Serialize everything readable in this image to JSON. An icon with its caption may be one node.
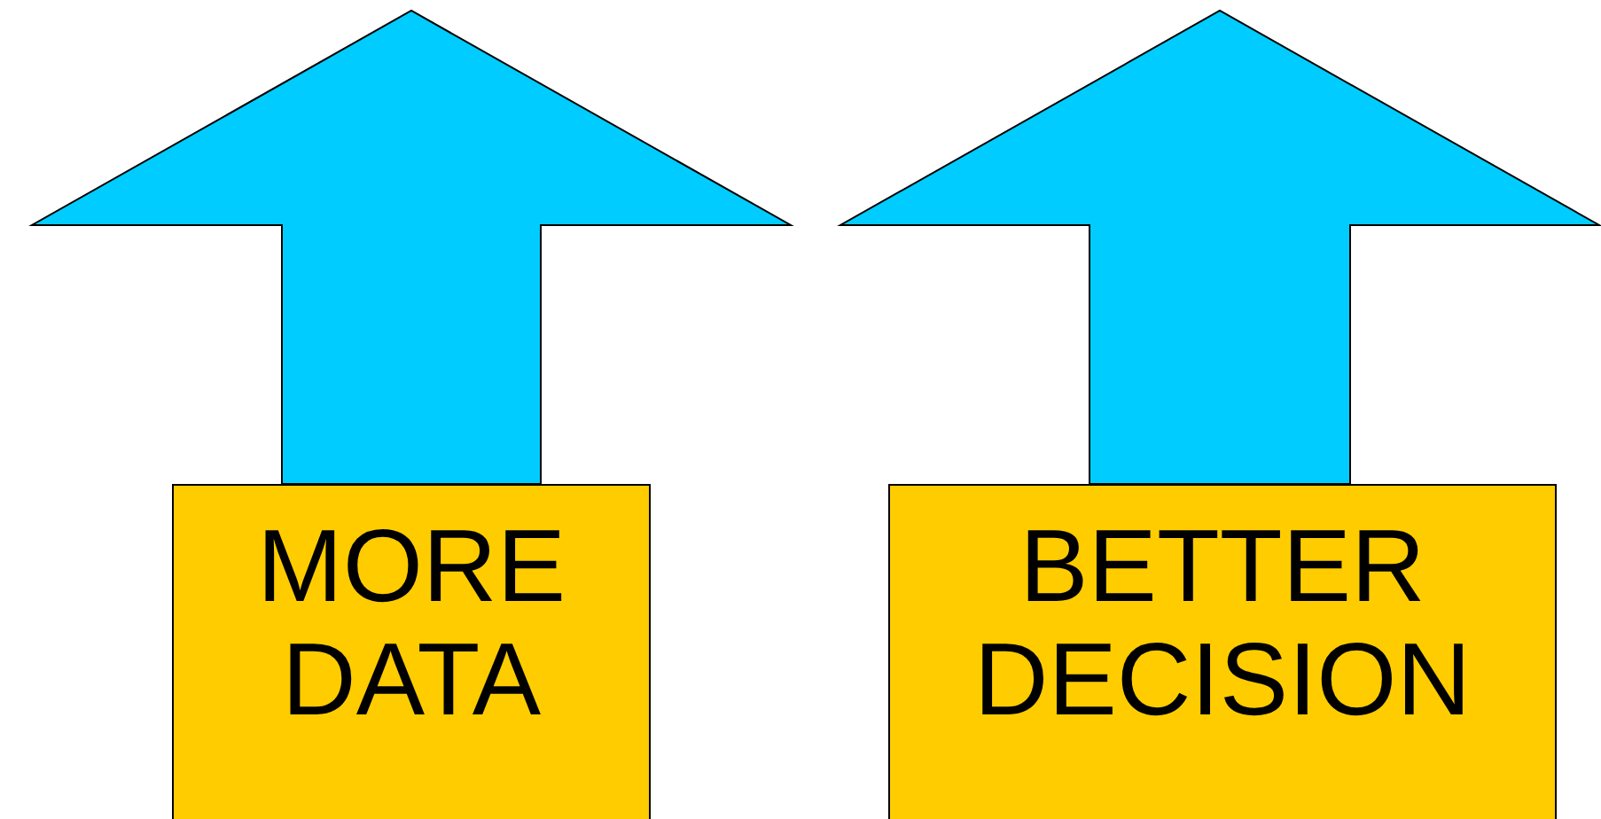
{
  "diagram": {
    "nodes": [
      {
        "text": [
          "MORE DATA"
        ]
      },
      {
        "text": [
          "BETTER DECISION"
        ]
      }
    ],
    "edges": [
      {
        "from": 0,
        "to": null,
        "arrow": "to"
      },
      {
        "from": 1,
        "to": null,
        "arrow": "to"
      }
    ]
  }
}
